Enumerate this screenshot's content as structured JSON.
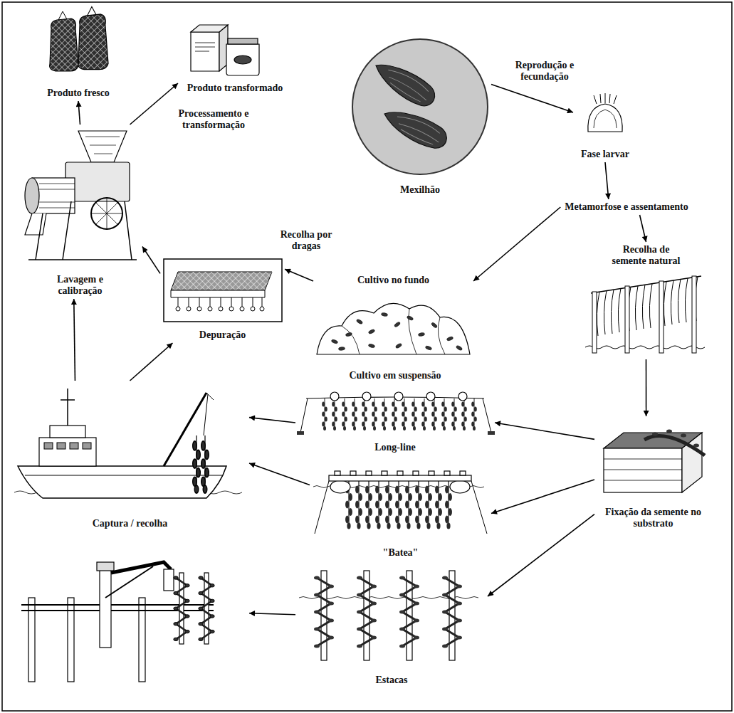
{
  "diagram": {
    "nodes": [
      {
        "text": [
          "Produto fresco"
        ]
      },
      {
        "text": [
          "Produto transformado"
        ]
      },
      {
        "text": [
          "Mexilhão"
        ]
      },
      {
        "text": [
          "Fase larvar"
        ]
      },
      {
        "text": [
          "Metamorfose e assentamento"
        ]
      },
      {
        "text": [
          "Lavagem e calibração"
        ]
      },
      {
        "text": [
          "Recolha de semente natural"
        ]
      },
      {
        "text": [
          "Cultivo no fundo"
        ]
      },
      {
        "text": [
          "Depuração"
        ]
      },
      {
        "text": [
          "Long-line"
        ]
      },
      {
        "text": [
          "Fixação da semente no substrato"
        ]
      },
      {
        "text": [
          "\"Batea\""
        ]
      },
      {
        "text": [
          "Captura / recolha"
        ]
      },
      {
        "text": [
          "Estacas"
        ]
      }
    ],
    "edges": [
      {
        "from": 2,
        "to": 3,
        "arrow": "to",
        "label": "Reprodução e fecundação"
      },
      {
        "from": 3,
        "to": 4,
        "arrow": "to"
      },
      {
        "from": 4,
        "to": 7,
        "arrow": "to"
      },
      {
        "from": 4,
        "to": 6,
        "arrow": "to"
      },
      {
        "from": 6,
        "to": 10,
        "arrow": "to"
      },
      {
        "from": 10,
        "to": 9,
        "arrow": "to"
      },
      {
        "from": 10,
        "to": 11,
        "arrow": "to"
      },
      {
        "from": 10,
        "to": 13,
        "arrow": "to"
      },
      {
        "from": 9,
        "to": 12,
        "arrow": "to"
      },
      {
        "from": 11,
        "to": 12,
        "arrow": "to"
      },
      {
        "from": 13,
        "to": 12,
        "arrow": "to"
      },
      {
        "from": 7,
        "to": 8,
        "arrow": "to",
        "label": "Recolha por dragas"
      },
      {
        "from": 8,
        "to": 5,
        "arrow": "to"
      },
      {
        "from": 12,
        "to": 5,
        "arrow": "to"
      },
      {
        "from": 12,
        "to": 8,
        "arrow": "to"
      },
      {
        "from": 5,
        "to": 0,
        "arrow": "to"
      },
      {
        "from": 5,
        "to": 1,
        "arrow": "to",
        "label": "Processamento e transformação"
      }
    ],
    "labels": [
      "Cultivo em suspensão"
    ]
  }
}
